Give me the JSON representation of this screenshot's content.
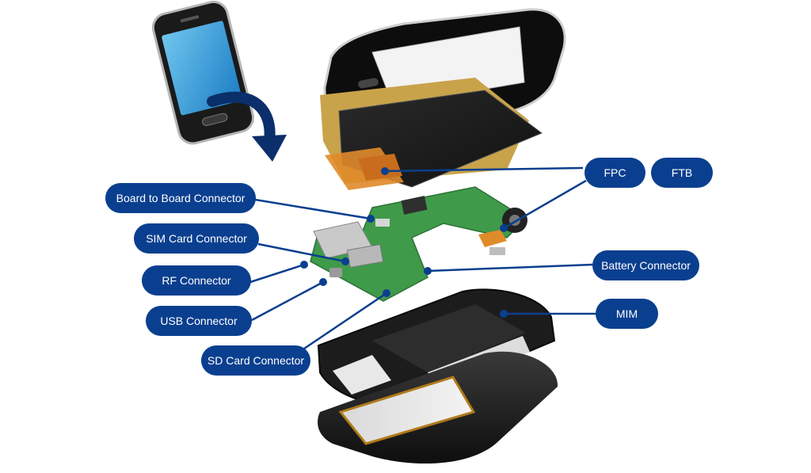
{
  "labels": {
    "board_to_board": "Board to Board Connector",
    "sim_card": "SIM Card Connector",
    "rf": "RF Connector",
    "usb": "USB Connector",
    "sd_card": "SD Card Connector",
    "fpc": "FPC",
    "ftb": "FTB",
    "battery": "Battery Connector",
    "mim": "MIM"
  },
  "colors": {
    "callout": "#0a3f8f",
    "leader": "#0a3f8f",
    "arrow": "#0b2f6b",
    "pcb": "#3f9a4a",
    "flex": "#e08b2a"
  }
}
